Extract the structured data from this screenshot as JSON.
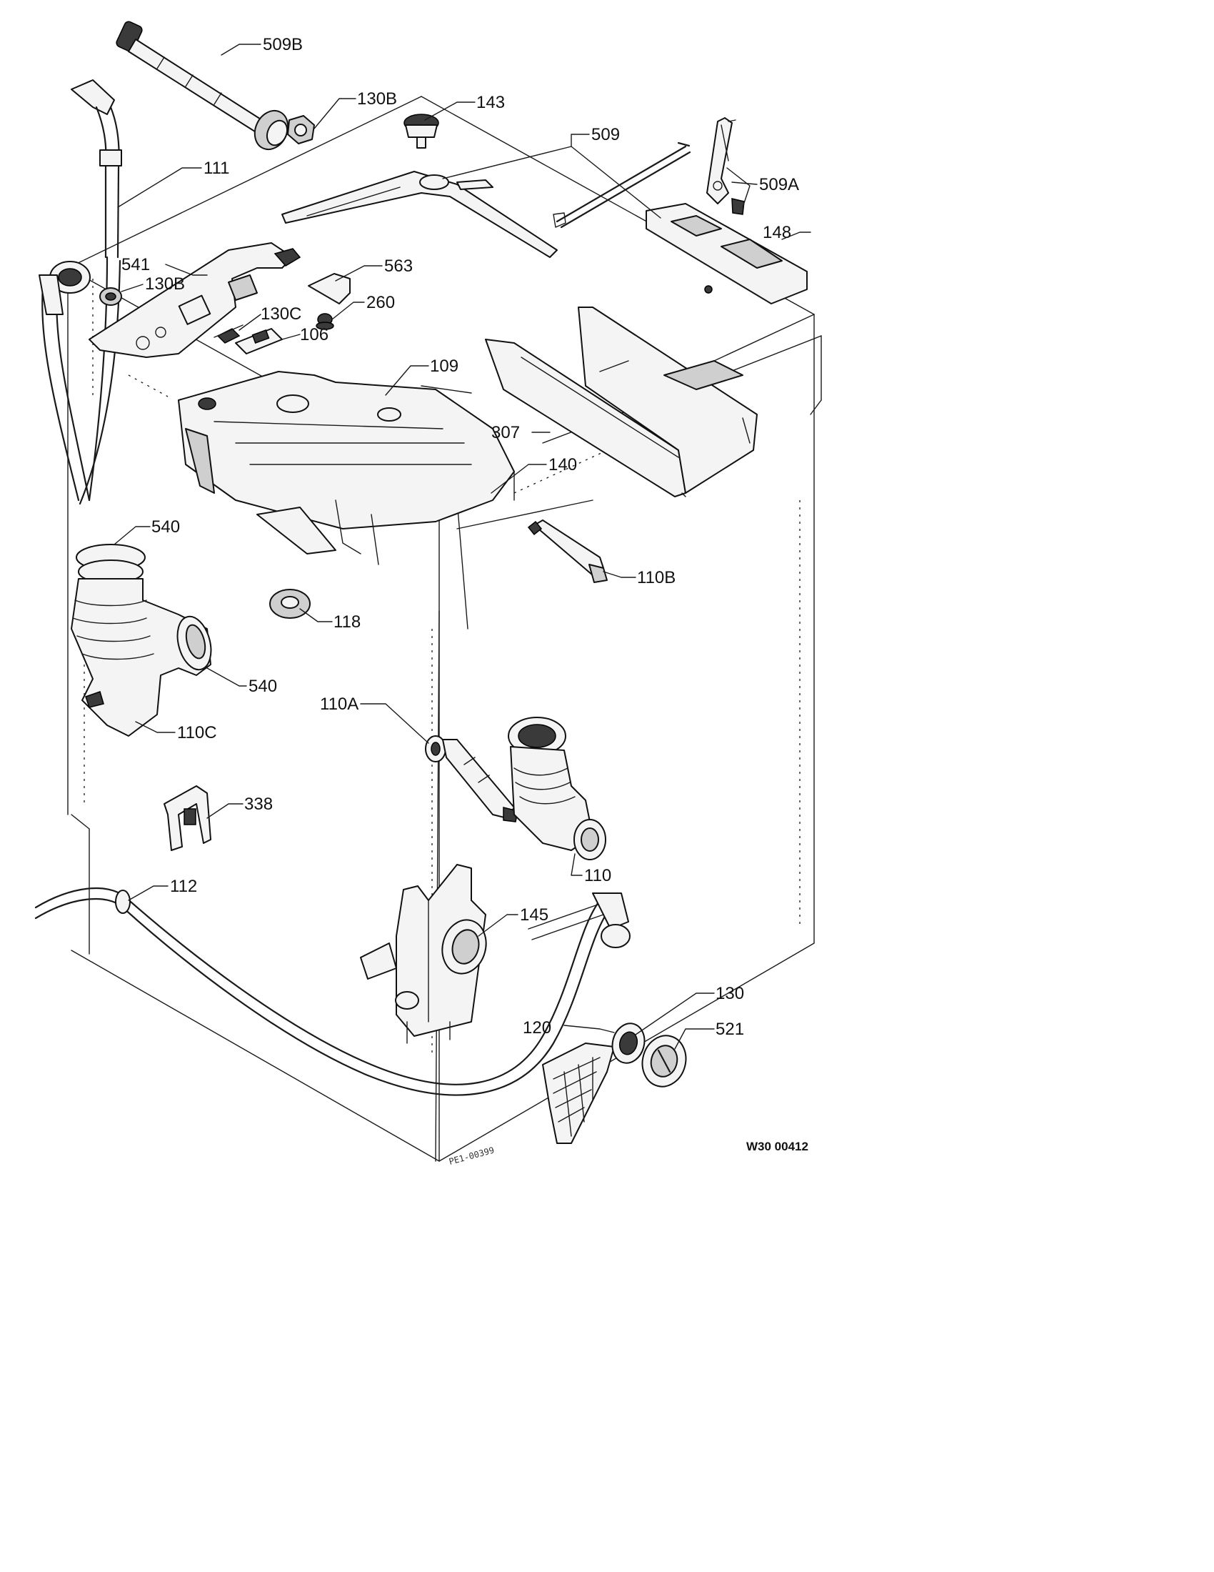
{
  "diagram": {
    "reference": "W30 00412",
    "margin_mark": "PE1-00399",
    "parts": {
      "p509b": "509B",
      "p130b_top": "130B",
      "p143": "143",
      "p509": "509",
      "p509a": "509A",
      "p111": "111",
      "p148": "148",
      "p541": "541",
      "p130b": "130B",
      "p563": "563",
      "p260": "260",
      "p130c": "130C",
      "p106": "106",
      "p109": "109",
      "p307": "307",
      "p140": "140",
      "p540_top": "540",
      "p110b": "110B",
      "p118": "118",
      "p540_side": "540",
      "p110a": "110A",
      "p110c": "110C",
      "p338": "338",
      "p110": "110",
      "p112": "112",
      "p145": "145",
      "p130": "130",
      "p120": "120",
      "p521": "521"
    }
  }
}
